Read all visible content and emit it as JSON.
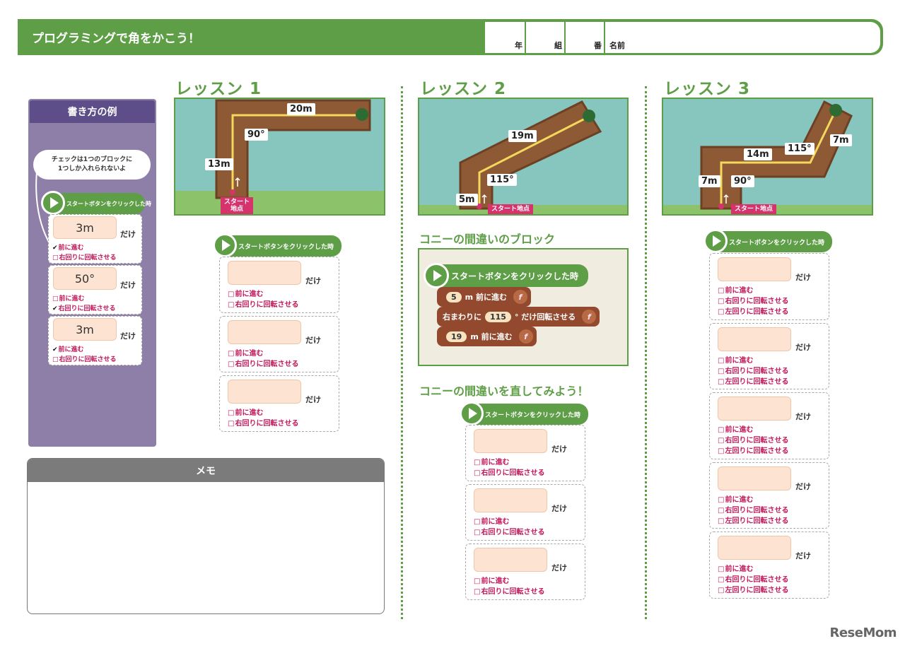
{
  "header": {
    "title": "プログラミングで角をかこう！",
    "year_label": "年",
    "class_label": "組",
    "number_label": "番",
    "name_label": "名前"
  },
  "colors": {
    "brand_green": "#5e9e46",
    "purple": "#8e7fa8",
    "deep_purple": "#5d4e89",
    "pink": "#c2185b",
    "block_brown": "#92492e"
  },
  "example": {
    "title": "書き方の例",
    "bubble_line1": "チェックは1つのブロックに",
    "bubble_line2": "1つしか入れられないよ",
    "hat": "スタートボタンをクリックした時",
    "blocks": [
      {
        "value": "3m",
        "dake": "だけ",
        "opt1": "前に進む",
        "opt2": "右回りに回転させる",
        "checked": 1
      },
      {
        "value": "50°",
        "dake": "だけ",
        "opt1": "前に進む",
        "opt2": "右回りに回転させる",
        "checked": 2
      },
      {
        "value": "3m",
        "dake": "だけ",
        "opt1": "前に進む",
        "opt2": "右回りに回転させる",
        "checked": 1
      }
    ]
  },
  "memo": {
    "title": "メモ"
  },
  "lesson1": {
    "title": "レッスン 1",
    "labels": {
      "a": "20m",
      "b": "90°",
      "c": "13m"
    },
    "start_line1": "スタート",
    "start_line2": "地点",
    "hat": "スタートボタンをクリックした時",
    "dake": "だけ",
    "opt_forward": "前に進む",
    "opt_right": "右回りに回転させる"
  },
  "lesson2": {
    "title": "レッスン 2",
    "labels": {
      "a": "19m",
      "b": "115°",
      "c": "5m"
    },
    "start": "スタート地点",
    "wrong_title": "コニーの間違いのブロック",
    "fix_title": "コニーの間違いを直してみよう！",
    "wrong_blocks": {
      "hat": "スタートボタンをクリックした時",
      "b1_value": "5",
      "b1_text": "m 前に進む",
      "b2_prefix": "右まわりに",
      "b2_value": "115",
      "b2_text": "° だけ回転させる",
      "b3_value": "19",
      "b3_text": "m 前に進む",
      "f": "f"
    },
    "hat": "スタートボタンをクリックした時",
    "dake": "だけ",
    "opt_forward": "前に進む",
    "opt_right": "右回りに回転させる"
  },
  "lesson3": {
    "title": "レッスン 3",
    "labels": {
      "a": "14m",
      "b": "115°",
      "c": "7m",
      "d": "7m",
      "e": "90°"
    },
    "start": "スタート地点",
    "hat": "スタートボタンをクリックした時",
    "dake": "だけ",
    "opt_forward": "前に進む",
    "opt_right": "右回りに回転させる",
    "opt_left": "左回りに回転させる"
  },
  "logo": "ReseMom"
}
